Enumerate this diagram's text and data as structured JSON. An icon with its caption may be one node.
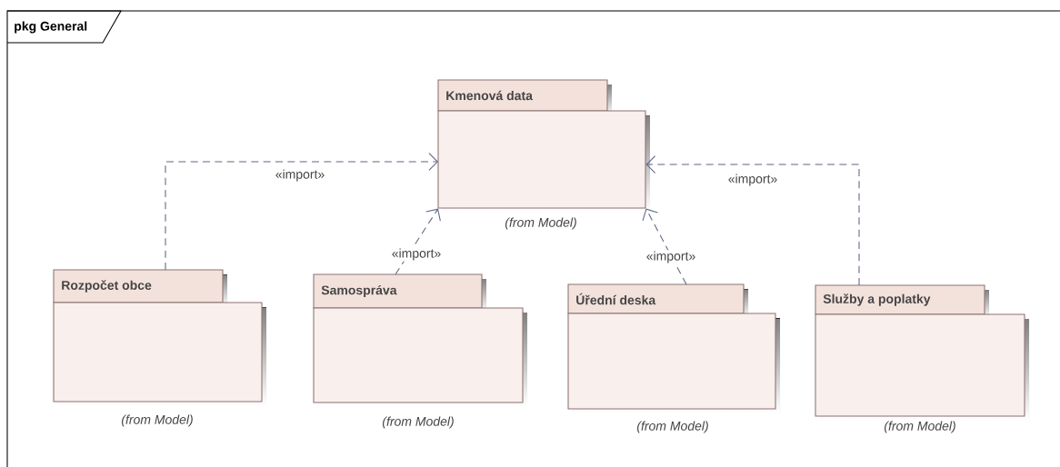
{
  "diagram": {
    "nodes": [
      {
        "text": [
          "pkg General"
        ]
      },
      {
        "text": [
          "Kmenová data"
        ],
        "beside": [
          "(from Model)"
        ],
        "in": 0
      },
      {
        "text": [
          "Rozpočet obce"
        ],
        "beside": [
          "(from Model)"
        ],
        "in": 0
      },
      {
        "text": [
          "Samospráva"
        ],
        "beside": [
          "(from Model)"
        ],
        "in": 0
      },
      {
        "text": [
          "Úřední deska"
        ],
        "beside": [
          "(from Model)"
        ],
        "in": 0
      },
      {
        "text": [
          "Služby a poplatky"
        ],
        "beside": [
          "(from Model)"
        ],
        "in": 0
      }
    ],
    "edges": [
      {
        "from": 2,
        "to": 1,
        "arrow": "to",
        "style": "dashed",
        "label": "«import»"
      },
      {
        "from": 3,
        "to": 1,
        "arrow": "to",
        "style": "dashed",
        "label": "«import»"
      },
      {
        "from": 4,
        "to": 1,
        "arrow": "to",
        "style": "dashed",
        "label": "«import»"
      },
      {
        "from": 5,
        "to": 1,
        "arrow": "to",
        "style": "dashed",
        "label": "«import»"
      }
    ]
  }
}
